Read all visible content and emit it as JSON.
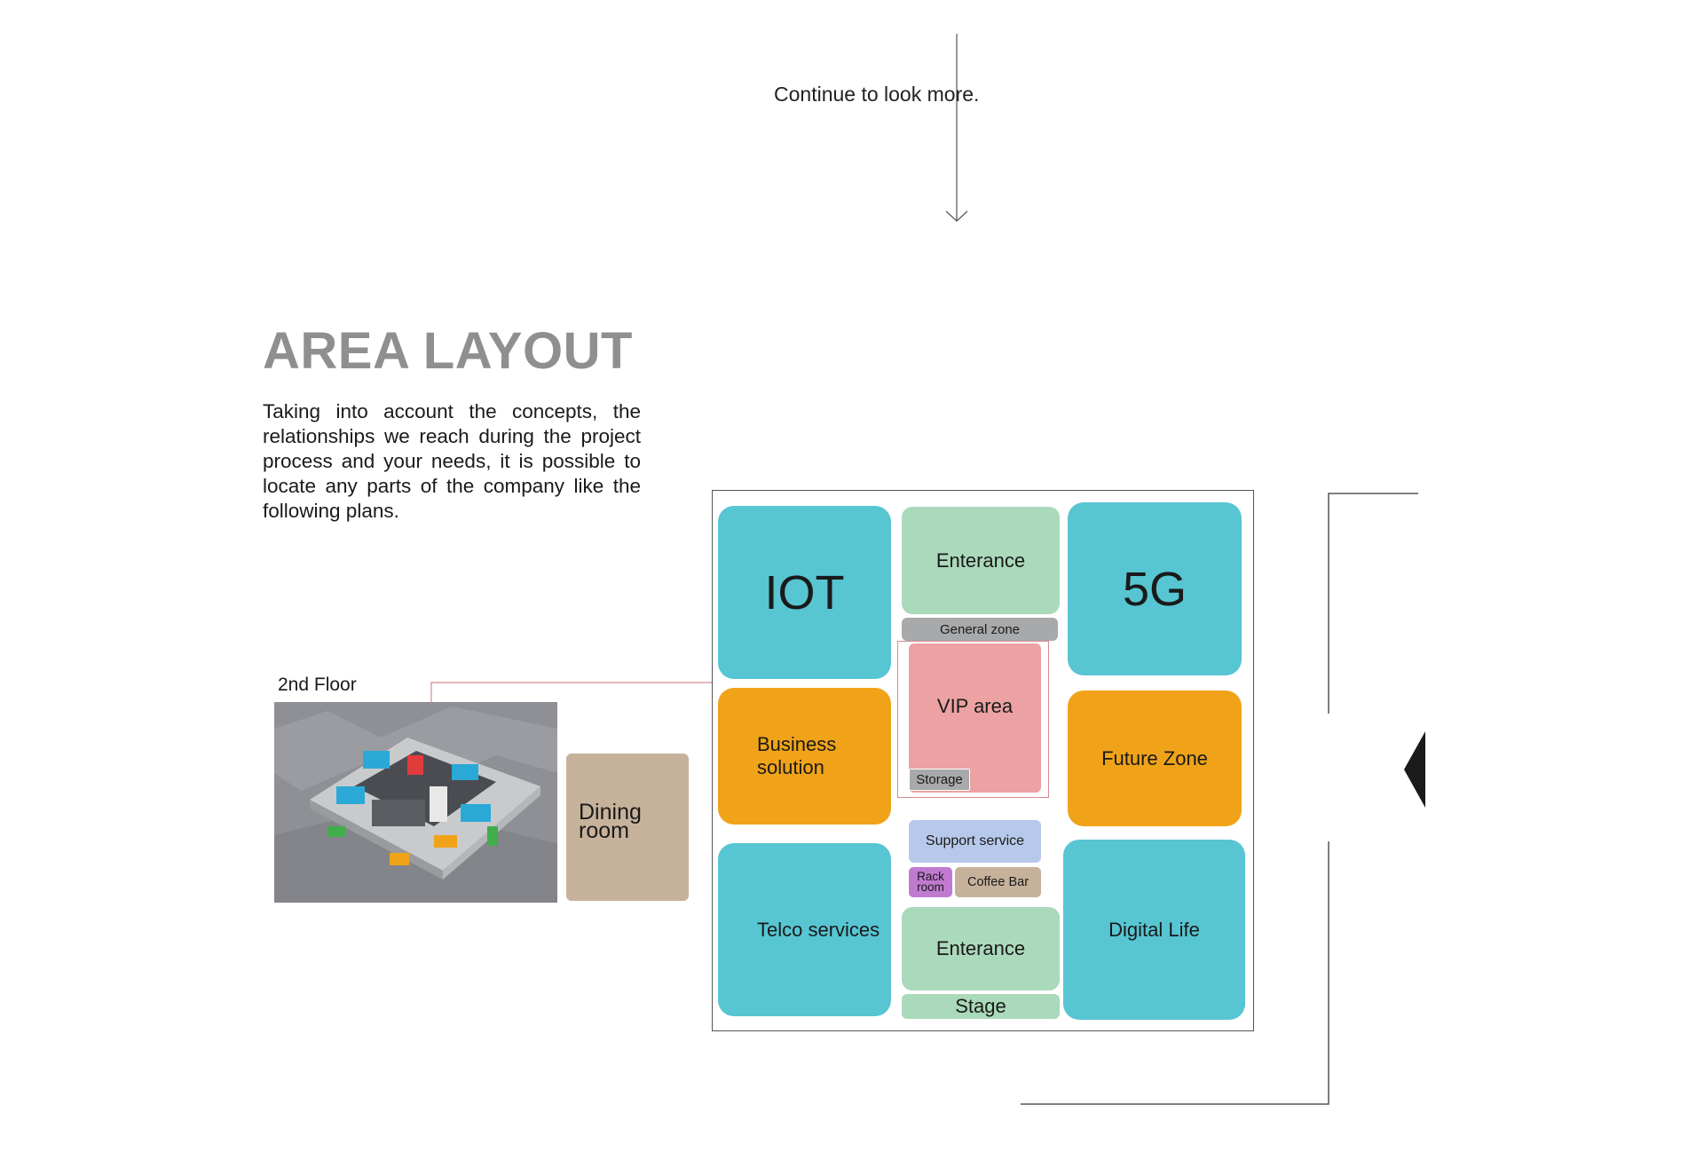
{
  "hint": {
    "text": "Continue to look more."
  },
  "section": {
    "title": "AREA LAYOUT",
    "description": "Taking into account the concepts, the relationships we reach during the project process and your needs, it is possible to locate any parts of the company like the following plans."
  },
  "floor": {
    "label": "2nd Floor"
  },
  "zones": {
    "dining": "Dining room",
    "iot": "IOT",
    "entrance_top": "Enterance",
    "five_g": "5G",
    "general_zone": "General zone",
    "vip": "VIP area",
    "storage": "Storage",
    "business": "Business solution",
    "future": "Future Zone",
    "support": "Support service",
    "rack": "Rack room",
    "coffee": "Coffee Bar",
    "telco": "Telco services",
    "entrance_bottom": "Enterance",
    "stage": "Stage",
    "digital": "Digital Life"
  },
  "colors": {
    "teal": "#57c5d2",
    "orange": "#f0a319",
    "green": "#abd9bb",
    "pink": "#eca2a2",
    "grey": "#a8a9ab",
    "beige": "#c6b29b",
    "lavender": "#b7c9ea",
    "purple": "#c07bd0",
    "title_grey": "#8f8f8f"
  },
  "icons": {
    "scroll_indicator": "arrow-down-icon",
    "navigation": "triangle-left-icon",
    "floor_render": "isometric-floor-render"
  }
}
